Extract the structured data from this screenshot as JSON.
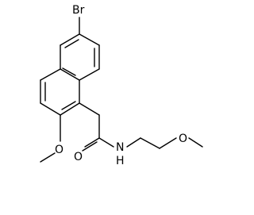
{
  "molecule": {
    "atoms": {
      "bromine": "Br",
      "ring_methoxy_oxygen": "O",
      "carbonyl_oxygen": "O",
      "amide_nitrogen": "N",
      "amide_hydrogen": "H",
      "ether_oxygen": "O"
    }
  },
  "colors": {
    "bond": "#000000",
    "label": "#000000",
    "background": "#ffffff"
  }
}
